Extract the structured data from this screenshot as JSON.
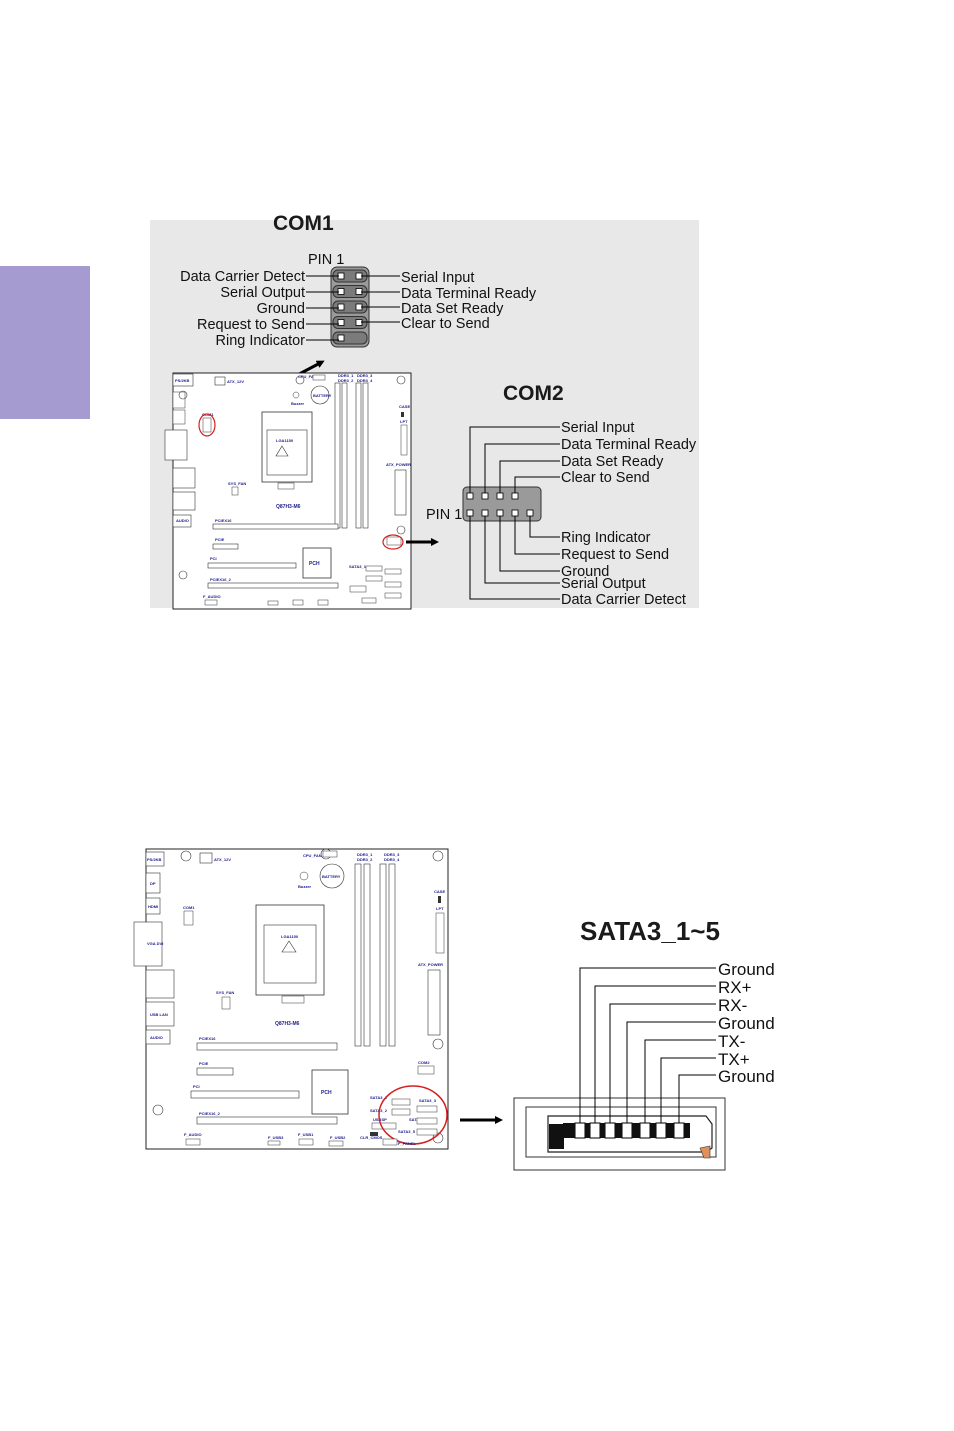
{
  "com1": {
    "title": "COM1",
    "pin1_label": "PIN 1",
    "left_pins": [
      "Data Carrier Detect",
      "Serial Output",
      "Ground",
      "Request to Send",
      "Ring Indicator"
    ],
    "right_pins": [
      "Serial Input",
      "Data Terminal Ready",
      "Data Set Ready",
      "Clear to Send"
    ]
  },
  "com2": {
    "title": "COM2",
    "pin1_label": "PIN 1",
    "pins": [
      "Serial Input",
      "Data Terminal Ready",
      "Data Set Ready",
      "Clear to Send",
      "Ring Indicator",
      "Request to Send",
      "Ground",
      "Serial Output",
      "Data Carrier Detect"
    ]
  },
  "sata": {
    "title": "SATA3_1~5",
    "pins": [
      "Ground",
      "RX+",
      "RX-",
      "Ground",
      "TX-",
      "TX+",
      "Ground"
    ]
  },
  "board1": {
    "model": "Q87H3-M6",
    "chipset": "PCH",
    "cpu_socket": "LGA1150",
    "labels": {
      "ps2": "PS/2KB",
      "atx12v": "ATX_12V",
      "cpu_fan": "CPU_FAN",
      "buzzer": "Buzzer",
      "battery": "BATTERY",
      "ddr3_1": "DDR3_1",
      "ddr3_2": "DDR3_2",
      "ddr3_3": "DDR3_3",
      "ddr3_4": "DDR3_4",
      "case": "CASE",
      "lpt": "LPT",
      "atx_power": "ATX_POWER",
      "sys_fan": "SYS_FAN",
      "pcie16": "PCIEX16",
      "pcie": "PCIE",
      "pci": "PCI",
      "pcie16_2": "PCIEX16_2",
      "f_audio": "F_AUDIO",
      "f_usb3": "F_USB3",
      "f_usb1": "F_USB1",
      "f_usb2": "F_USB2",
      "f_panel": "F_PANEL",
      "com1": "COM1",
      "com2": "COM2",
      "sata3_1": "SATA3_1",
      "sata3_2": "SATA3_2",
      "sata3_3": "SATA3_3",
      "sata3_4": "SATA3_4",
      "sata3_5": "SATA3_5",
      "usbsp": "USBSP",
      "clr_cmos": "CLR_CMOS",
      "io_dp": "DP",
      "io_hdmi": "HDMI",
      "io_vga": "VGA DVI",
      "io_usb_lan": "USB LAN",
      "io_audio": "AUDIO"
    }
  },
  "colors": {
    "accent_tab": "#a59bd0",
    "board_text": "#1a1a8a",
    "highlight": "#d42020",
    "panel_bg": "#e8e8e8"
  },
  "icons": [
    "arrow-right-icon",
    "red-circle-highlight-icon"
  ]
}
